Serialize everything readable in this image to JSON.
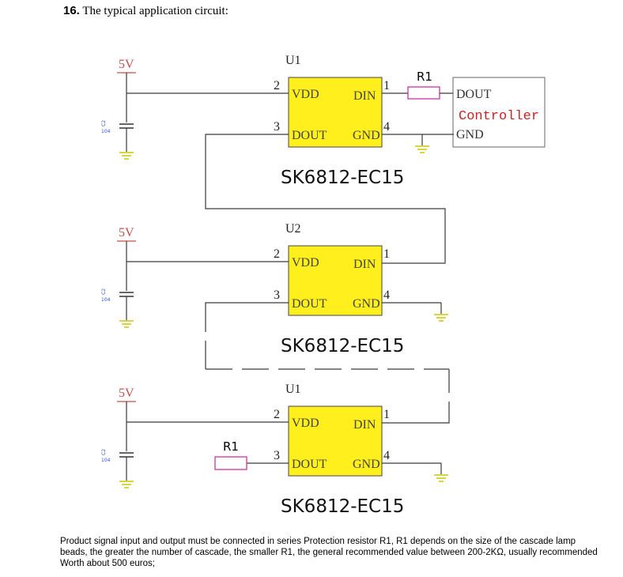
{
  "heading": {
    "number": "16.",
    "text": "The typical application circuit:"
  },
  "colors": {
    "chip_fill": "#ffef1c",
    "resistor": "#cc3399",
    "supply": "#c0504d",
    "cap_label": "#3355cc",
    "controller_text": "#cc2222",
    "wire": "#3a3a3a"
  },
  "blocks": [
    {
      "supply": "5V",
      "cap_name": "C2",
      "cap_value": "104",
      "ref": "U1",
      "pins": {
        "vdd_num": "2",
        "vdd": "VDD",
        "dout_num": "3",
        "dout": "DOUT",
        "din_num": "1",
        "din": "DIN",
        "gnd_num": "4",
        "gnd": "GND"
      },
      "part": "SK6812-EC15"
    },
    {
      "supply": "5V",
      "cap_name": "C2",
      "cap_value": "104",
      "ref": "U2",
      "pins": {
        "vdd_num": "2",
        "vdd": "VDD",
        "dout_num": "3",
        "dout": "DOUT",
        "din_num": "1",
        "din": "DIN",
        "gnd_num": "4",
        "gnd": "GND"
      },
      "part": "SK6812-EC15"
    },
    {
      "supply": "5V",
      "cap_name": "C2",
      "cap_value": "104",
      "ref": "U1",
      "pins": {
        "vdd_num": "2",
        "vdd": "VDD",
        "dout_num": "3",
        "dout": "DOUT",
        "din_num": "1",
        "din": "DIN",
        "gnd_num": "4",
        "gnd": "GND"
      },
      "part": "SK6812-EC15"
    }
  ],
  "r1_top": "R1",
  "r1_bottom": "R1",
  "controller": {
    "dout": "DOUT",
    "name": "Controller",
    "gnd": "GND"
  },
  "note": "Product signal input and output must be connected in series Protection resistor R1, R1 depends on the size of the cascade lamp beads, the greater the number of cascade, the smaller R1, the general recommended value between 200-2KΩ, usually recommended Worth about 500 euros;"
}
